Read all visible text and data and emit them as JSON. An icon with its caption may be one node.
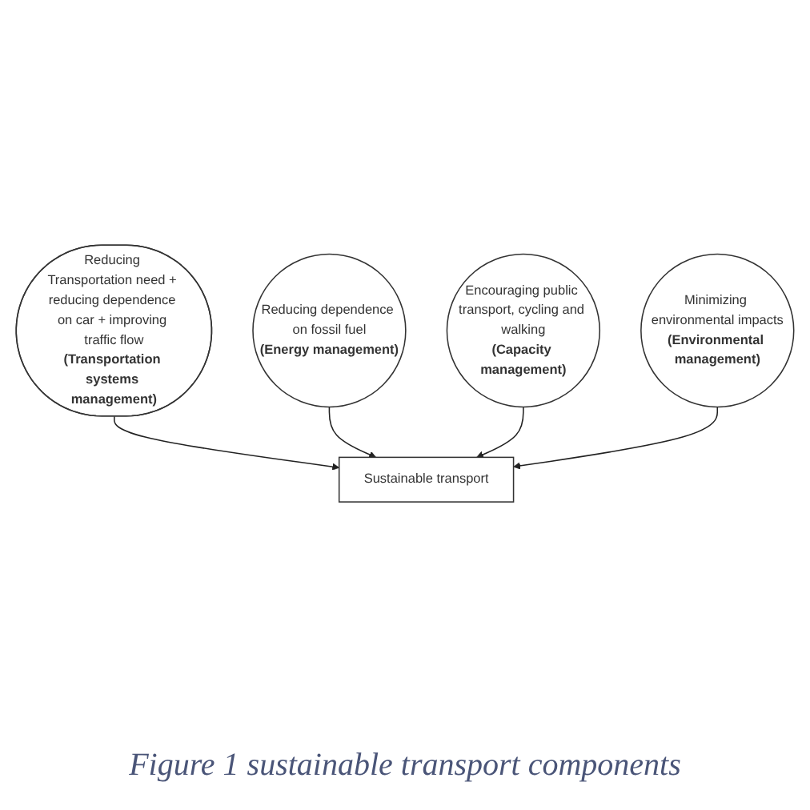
{
  "diagram": {
    "caption": "Figure 1 sustainable transport components",
    "nodes": [
      {
        "text": [
          "Reducing Transportation need + reducing dependence on car + improving traffic flow",
          "(Transportation systems management)"
        ]
      },
      {
        "text": [
          "Sustainable transport"
        ]
      },
      {
        "text": [
          "Reducing dependence on fossil fuel",
          "(Energy management)"
        ]
      },
      {
        "text": [
          "Encouraging public transport, cycling and walking",
          "(Capacity management)"
        ]
      },
      {
        "text": [
          "Minimizing environmental impacts",
          "(Environmental management)"
        ]
      }
    ],
    "edges": [
      {
        "from": 0,
        "to": 1,
        "arrow": "to"
      },
      {
        "from": 2,
        "to": 1,
        "arrow": "to"
      },
      {
        "from": 3,
        "to": 1,
        "arrow": "to"
      },
      {
        "from": 4,
        "to": 1,
        "arrow": "to"
      }
    ]
  }
}
